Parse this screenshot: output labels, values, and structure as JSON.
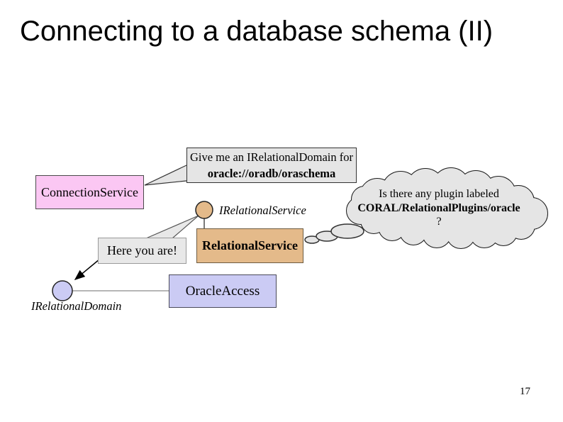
{
  "slide": {
    "title": "Connecting to a database schema (II)",
    "page_number": "17"
  },
  "colors": {
    "pink": "#FBC7F3",
    "tan": "#E4BA8A",
    "lavender": "#CBCBF4",
    "bubble_gray": "#E5E5E5",
    "outline_black": "#1a1a1a"
  },
  "nodes": {
    "connection_service": "ConnectionService",
    "relational_service": "RelationalService",
    "oracle_access": "OracleAccess"
  },
  "interfaces": {
    "service": "IRelationalService",
    "domain": "IRelationalDomain"
  },
  "callouts": {
    "request_line1": "Give me an IRelationalDomain for",
    "request_line2": "oracle://oradb/oraschema",
    "response": "Here you are!",
    "thought_line1": "Is there any plugin labeled",
    "thought_line2": "CORAL/RelationalPlugins/oracle",
    "thought_line3": "?"
  }
}
